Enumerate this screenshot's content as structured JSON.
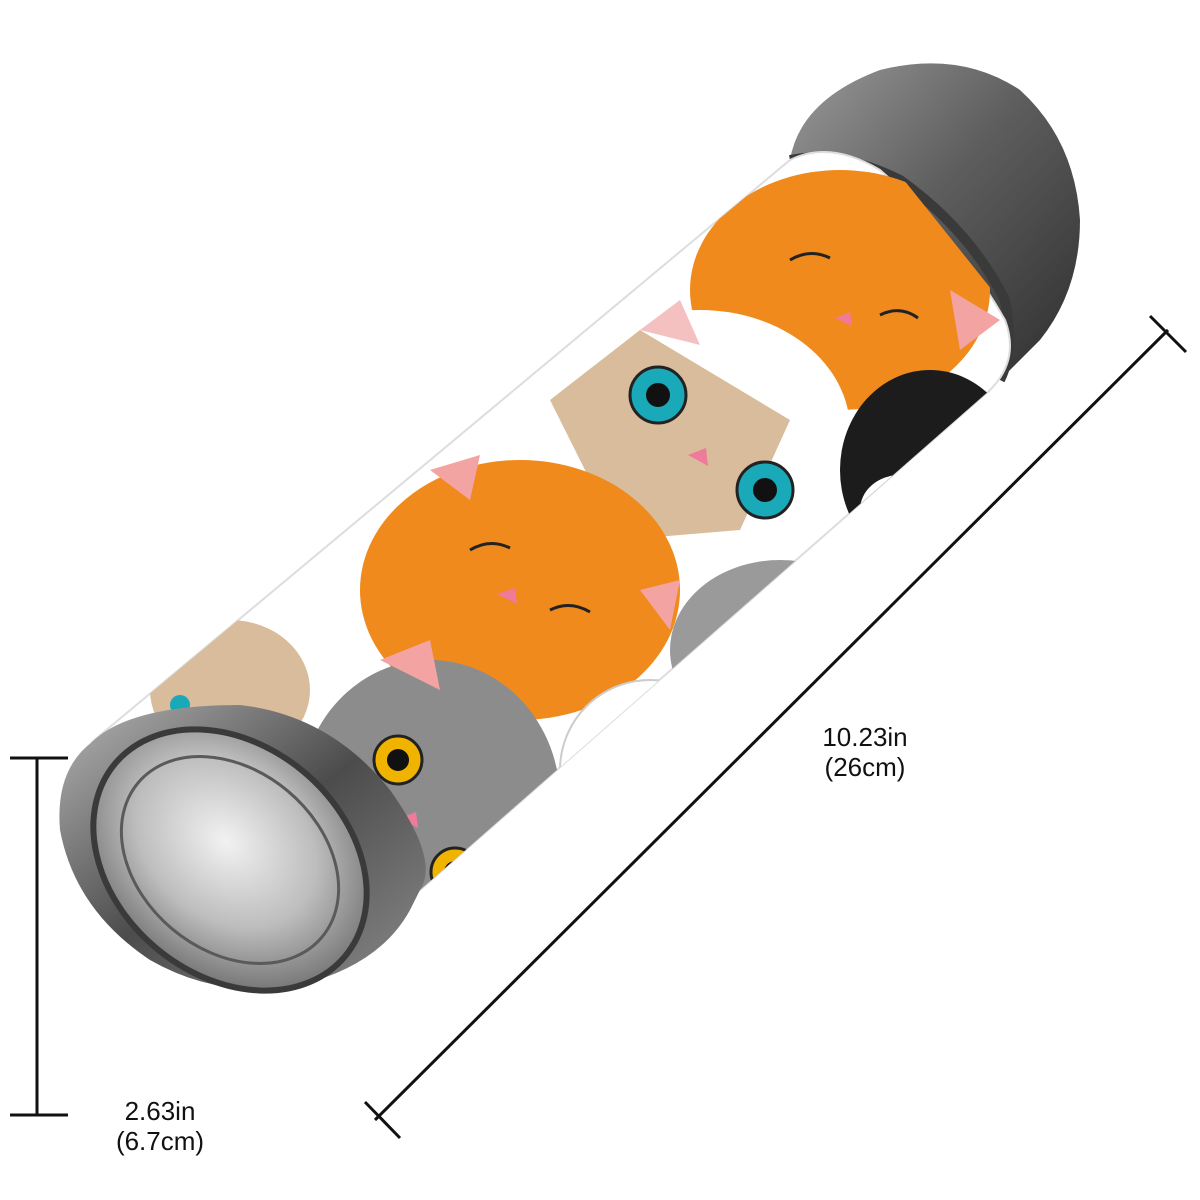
{
  "product": {
    "type": "insulated bottle",
    "pattern": "cartoon cat faces",
    "cap_color": "#6f6f6f",
    "accent_colors": {
      "orange_cat": "#f08a1c",
      "gray_cat": "#8c8c8c",
      "siamese_face": "#d9bc9c",
      "black_cat": "#1c1c1c",
      "eye_blue": "#1aa9b8",
      "eye_yellow": "#f0b400",
      "nose_pink": "#f07a9a"
    }
  },
  "dimensions": {
    "length": {
      "imperial": "10.23in",
      "metric": "(26cm)"
    },
    "diameter": {
      "imperial": "2.63in",
      "metric": "(6.7cm)"
    }
  }
}
